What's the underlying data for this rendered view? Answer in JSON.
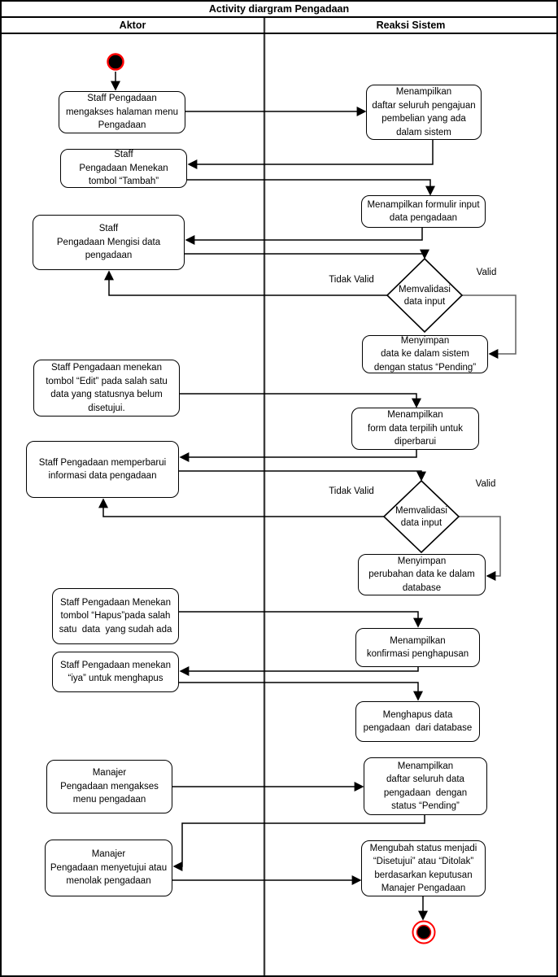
{
  "title": "Activity diargram Pengadaan",
  "lanes": {
    "aktor": "Aktor",
    "sistem": "Reaksi Sistem"
  },
  "nodes": {
    "a1": {
      "text": "Staff Pengadaan\nmengakses halaman menu\nPengadaan"
    },
    "a2": {
      "text": "Staff\nPengadaan Menekan\ntombol “Tambah”"
    },
    "a3": {
      "text": "Staff\nPengadaan Mengisi data\npengadaan"
    },
    "a4": {
      "text": "Staff Pengadaan menekan\ntombol “Edit” pada salah satu\ndata yang statusnya belum\ndisetujui."
    },
    "a5": {
      "text": "Staff Pengadaan memperbarui\ninformasi data pengadaan"
    },
    "a6": {
      "text": "Staff Pengadaan Menekan\ntombol “Hapus”pada salah\nsatu  data  yang sudah ada"
    },
    "a7": {
      "text": "Staff Pengadaan menekan\n“iya” untuk menghapus"
    },
    "a8": {
      "text": "Manajer\nPengadaan mengakses\nmenu pengadaan"
    },
    "a9": {
      "text": "Manajer\nPengadaan menyetujui atau\nmenolak pengadaan"
    },
    "r1": {
      "text": "Menampilkan\ndaftar seluruh pengajuan\npembelian yang ada\ndalam sistem"
    },
    "r2": {
      "text": "Menampilkan formulir input\ndata pengadaan"
    },
    "r3": {
      "text": "Menyimpan\ndata ke dalam sistem\ndengan status “Pending”"
    },
    "r4": {
      "text": "Menampilkan\nform data terpilih untuk\ndiperbarui"
    },
    "r5": {
      "text": "Menyimpan\nperubahan data ke dalam\ndatabase"
    },
    "r6": {
      "text": "Menampilkan\nkonfirmasi penghapusan"
    },
    "r7": {
      "text": "Menghapus data\npengadaan  dari database"
    },
    "r8": {
      "text": "Menampilkan\ndaftar seluruh data\npengadaan  dengan\nstatus “Pending”"
    },
    "r9": {
      "text": "Mengubah status menjadi\n“Disetujui” atau “Ditolak”\nberdasarkan keputusan\nManajer Pengadaan"
    },
    "d1": {
      "text": "Memvalidasi\ndata input"
    },
    "d2": {
      "text": "Memvalidasi\ndata input"
    }
  },
  "edge_labels": {
    "d1_no": "Tidak Valid",
    "d1_yes": "Valid",
    "d2_no": "Tidak Valid",
    "d2_yes": "Valid"
  },
  "colors": {
    "edge_black": "#000000",
    "edge_gray": "#616161",
    "divider_gray": "#3d3d3d",
    "accent_red": "#ff0000",
    "paper": "#ffffff"
  }
}
